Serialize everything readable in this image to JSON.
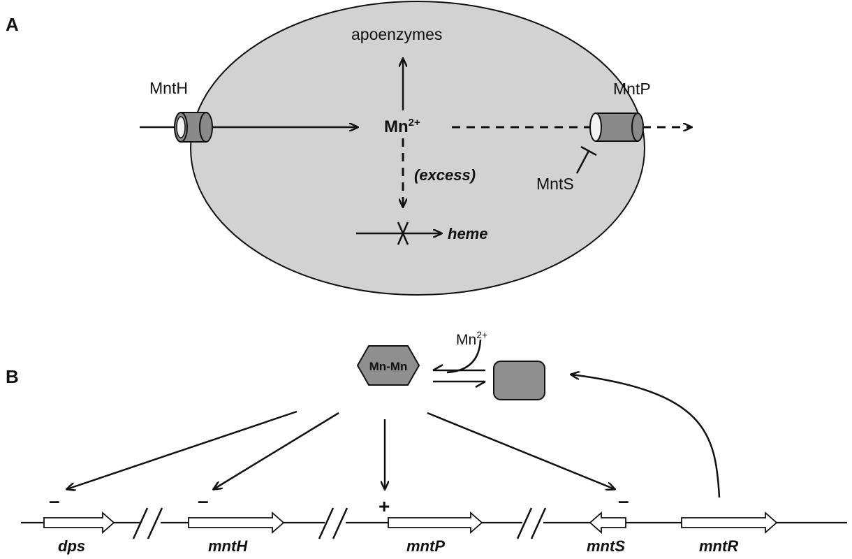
{
  "panel_a": {
    "label": "A",
    "transporters": {
      "importer": "MntH",
      "exporter": "MntP",
      "exporter_inhibitor": "MntS"
    },
    "ion": {
      "base": "Mn",
      "charge": "2+"
    },
    "targets": {
      "apoenzymes": "apoenzymes",
      "excess": "(excess)",
      "heme": "heme"
    },
    "colors": {
      "cell_fill": "#d2d2d2",
      "transporter_fill": "#8a8a8a"
    }
  },
  "panel_b": {
    "label": "B",
    "complex_label": "Mn-Mn",
    "ion": {
      "base": "Mn",
      "charge": "2+"
    },
    "genes": [
      {
        "name": "dps",
        "regulation": "–",
        "orientation": "forward"
      },
      {
        "name": "mntH",
        "regulation": "–",
        "orientation": "forward"
      },
      {
        "name": "mntP",
        "regulation": "+",
        "orientation": "forward"
      },
      {
        "name": "mntS",
        "regulation": "–",
        "orientation": "reverse"
      },
      {
        "name": "mntR",
        "regulation": "",
        "orientation": "forward"
      }
    ],
    "colors": {
      "protein_fill": "#8f8f8f"
    }
  }
}
